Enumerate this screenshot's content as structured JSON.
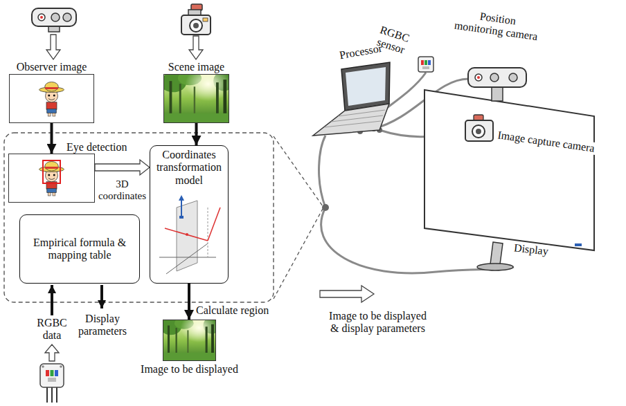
{
  "diagram": {
    "nodes": [
      {
        "text": [
          "Observer image"
        ]
      },
      {
        "text": [
          "Scene image"
        ]
      },
      {
        "text": [
          "Eye detection"
        ]
      },
      {
        "text": [
          "Coordinates transformation model"
        ]
      },
      {
        "text": [
          "Empirical formula & mapping table"
        ]
      },
      {
        "text": [
          "Image to be displayed"
        ]
      }
    ],
    "edges": [
      {
        "from": 0,
        "to": 2,
        "arrow": "to"
      },
      {
        "from": 1,
        "to": 3,
        "arrow": "to"
      },
      {
        "from": 2,
        "to": 3,
        "label": "3D coordinates",
        "arrow": "to"
      },
      {
        "from": 3,
        "to": 5,
        "label": "Calculate region",
        "arrow": "to"
      }
    ],
    "labels": [
      "RGBC data",
      "Display parameters",
      "Processor",
      "RGBC sensor",
      "Position monitoring camera",
      "Image capture camera",
      "Display",
      "Image to be displayed & display parameters"
    ]
  }
}
